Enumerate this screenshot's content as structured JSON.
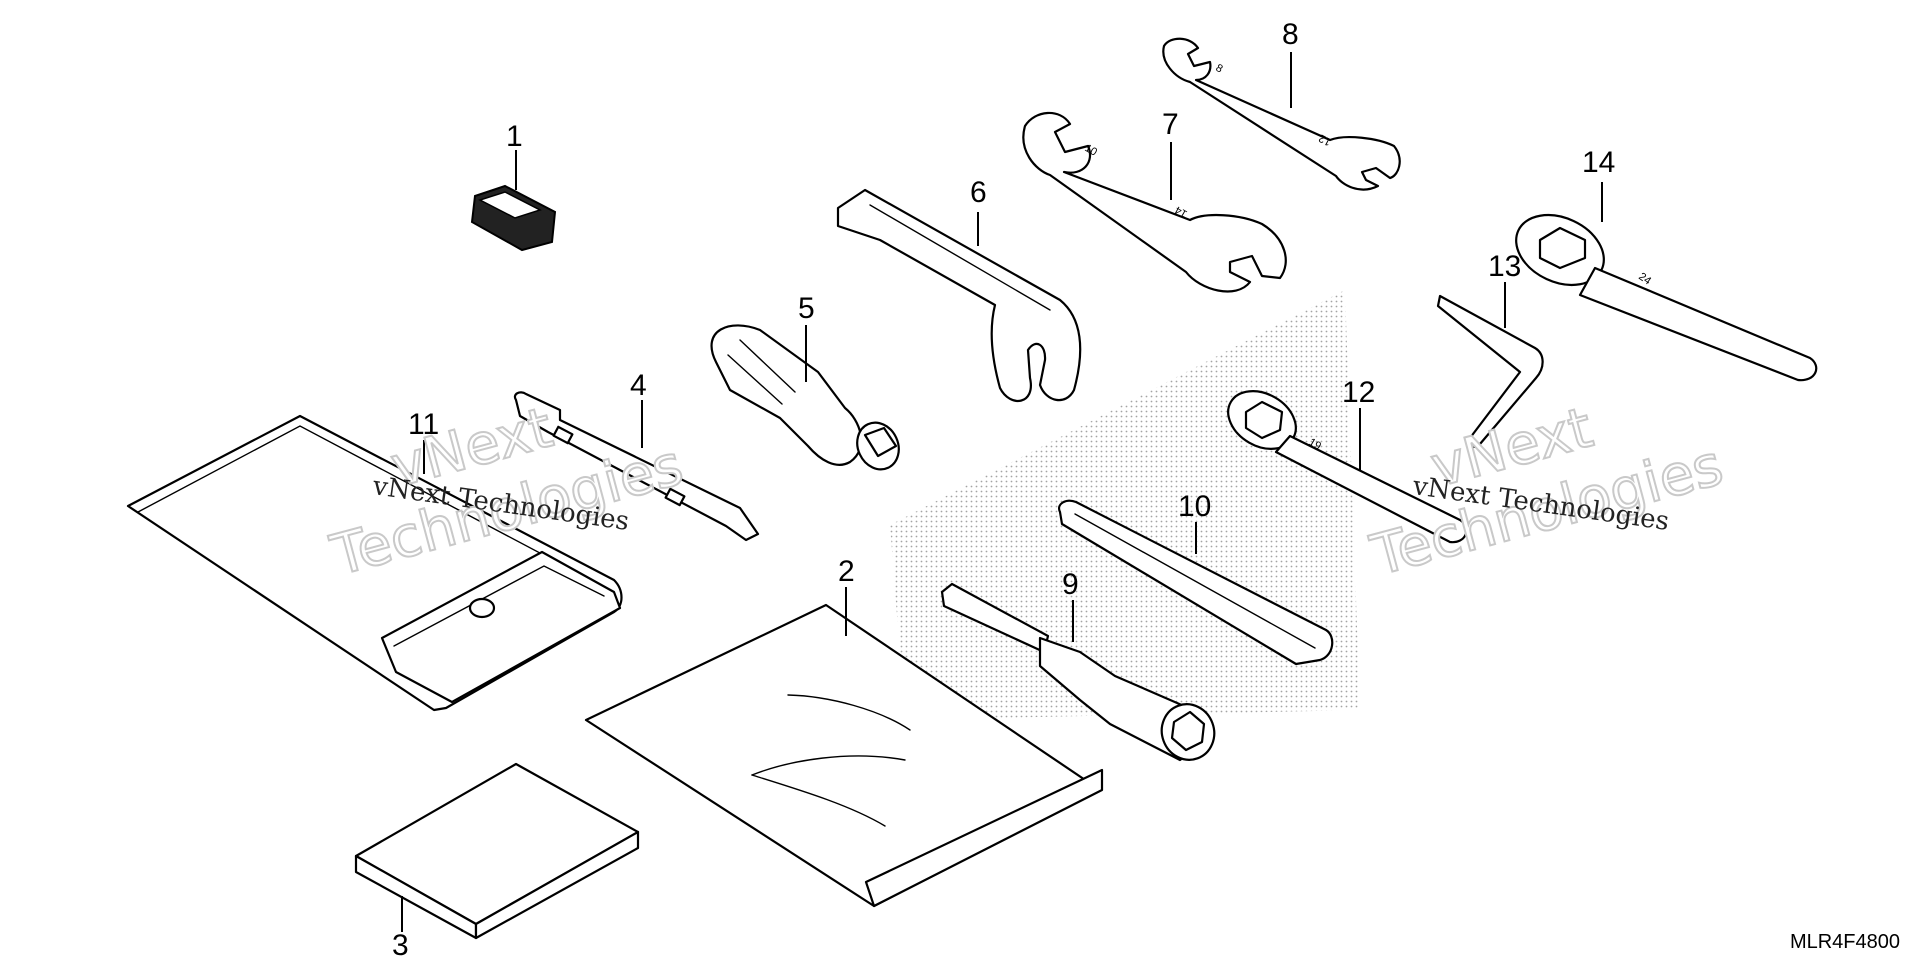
{
  "callouts": {
    "c1": "1",
    "c2": "2",
    "c3": "3",
    "c4": "4",
    "c5": "5",
    "c6": "6",
    "c7": "7",
    "c8": "8",
    "c9": "9",
    "c10": "10",
    "c11": "11",
    "c12": "12",
    "c13": "13",
    "c14": "14"
  },
  "wrench_markings": {
    "w7_small": "10",
    "w7_large": "14",
    "w8_small": "8",
    "w8_large": "12",
    "ring12": "19",
    "ring14": "24"
  },
  "watermark": {
    "line1": "vNext",
    "line2": "Technologies",
    "caption": "vNext Technologies"
  },
  "reference_code": "MLR4F4800"
}
